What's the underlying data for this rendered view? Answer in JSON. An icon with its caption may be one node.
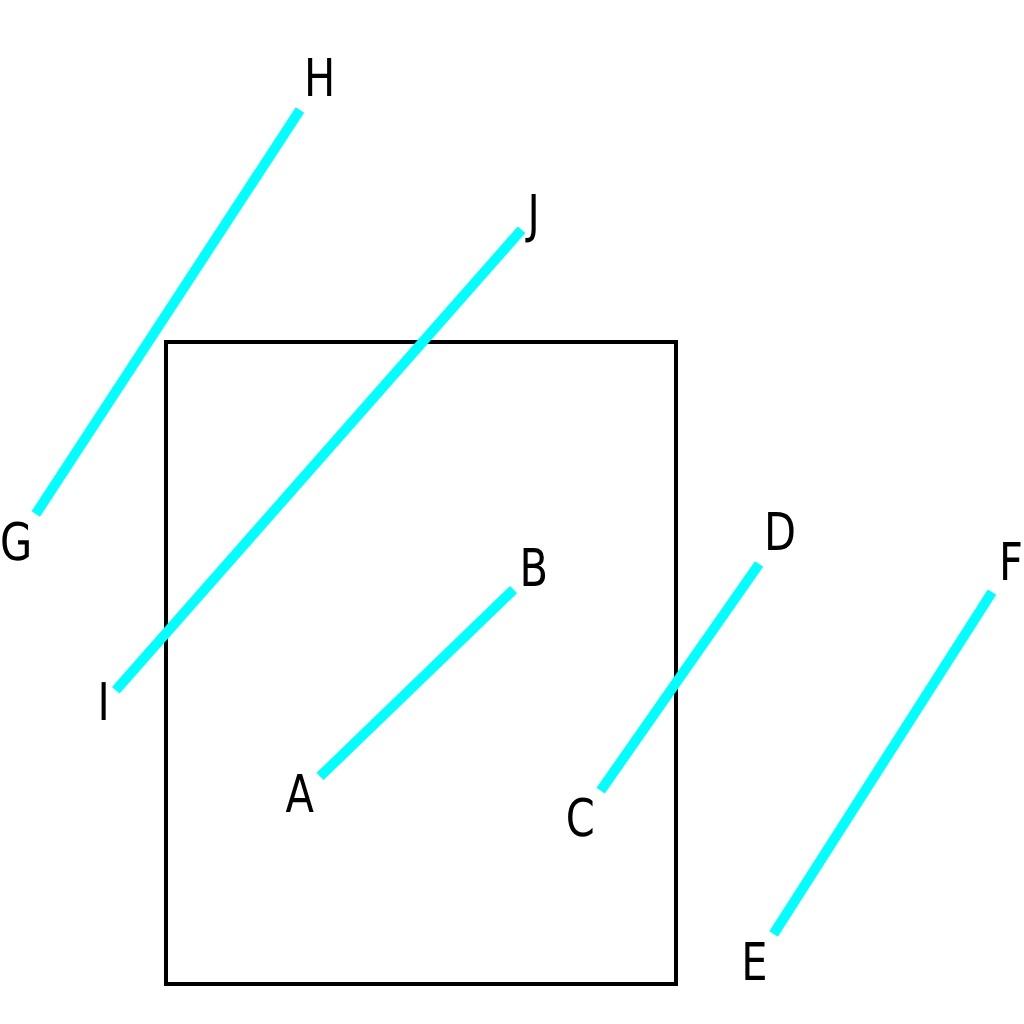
{
  "diagram": {
    "nodes": [
      {
        "text": [],
        "shape": "box"
      },
      {
        "text": [
          "H"
        ]
      },
      {
        "text": [
          "J"
        ]
      },
      {
        "text": [
          "G"
        ]
      },
      {
        "text": [
          "D"
        ]
      },
      {
        "text": [
          "B"
        ],
        "in": 0
      },
      {
        "text": [
          "F"
        ]
      },
      {
        "text": [
          "I"
        ]
      },
      {
        "text": [
          "A"
        ],
        "in": 0
      },
      {
        "text": [
          "C"
        ],
        "in": 0
      },
      {
        "text": [
          "E"
        ]
      }
    ],
    "edges": [
      {
        "from": 8,
        "to": 5,
        "arrow": "none"
      },
      {
        "from": 9,
        "to": 4,
        "arrow": "none"
      },
      {
        "from": 10,
        "to": 6,
        "arrow": "none"
      },
      {
        "from": 3,
        "to": 1,
        "arrow": "none"
      },
      {
        "from": 7,
        "to": 2,
        "arrow": "none"
      }
    ]
  }
}
